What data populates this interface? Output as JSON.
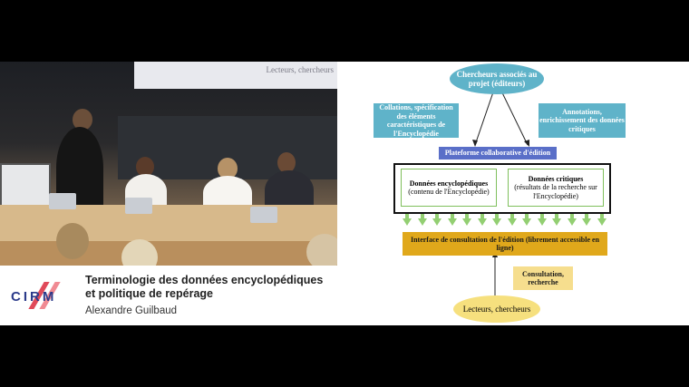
{
  "video": {
    "screen_text": "Lecteurs, chercheurs"
  },
  "caption": {
    "logo": "CIRM",
    "title": "Terminologie des données encyclopédiques et politique de repérage",
    "author": "Alexandre Guilbaud"
  },
  "slide": {
    "top_oval": "Chercheurs associés au projet (éditeurs)",
    "left_box": "Collations, spécification des éléments caractéristiques de l'Encyclopédie",
    "right_box": "Annotations, enrichissement des données critiques",
    "platform": "Plateforme collaborative d'édition",
    "data_encyclo_title": "Données encyclopédiques",
    "data_encyclo_sub": "(contenu de l'Encyclopédie)",
    "data_critique_title": "Données critiques",
    "data_critique_sub": "(résultats de la recherche sur l'Encyclopédie)",
    "interface": "Interface de consultation de l'édition (librement accessible en ligne)",
    "consultation": "Consultation, recherche",
    "bottom_oval": "Lecteurs, chercheurs"
  },
  "colors": {
    "teal": "#5fb3c9",
    "blue": "#5a6fc8",
    "gold": "#e0a81b",
    "yellow": "#f6de8e",
    "green_arrow": "#93cf72"
  }
}
